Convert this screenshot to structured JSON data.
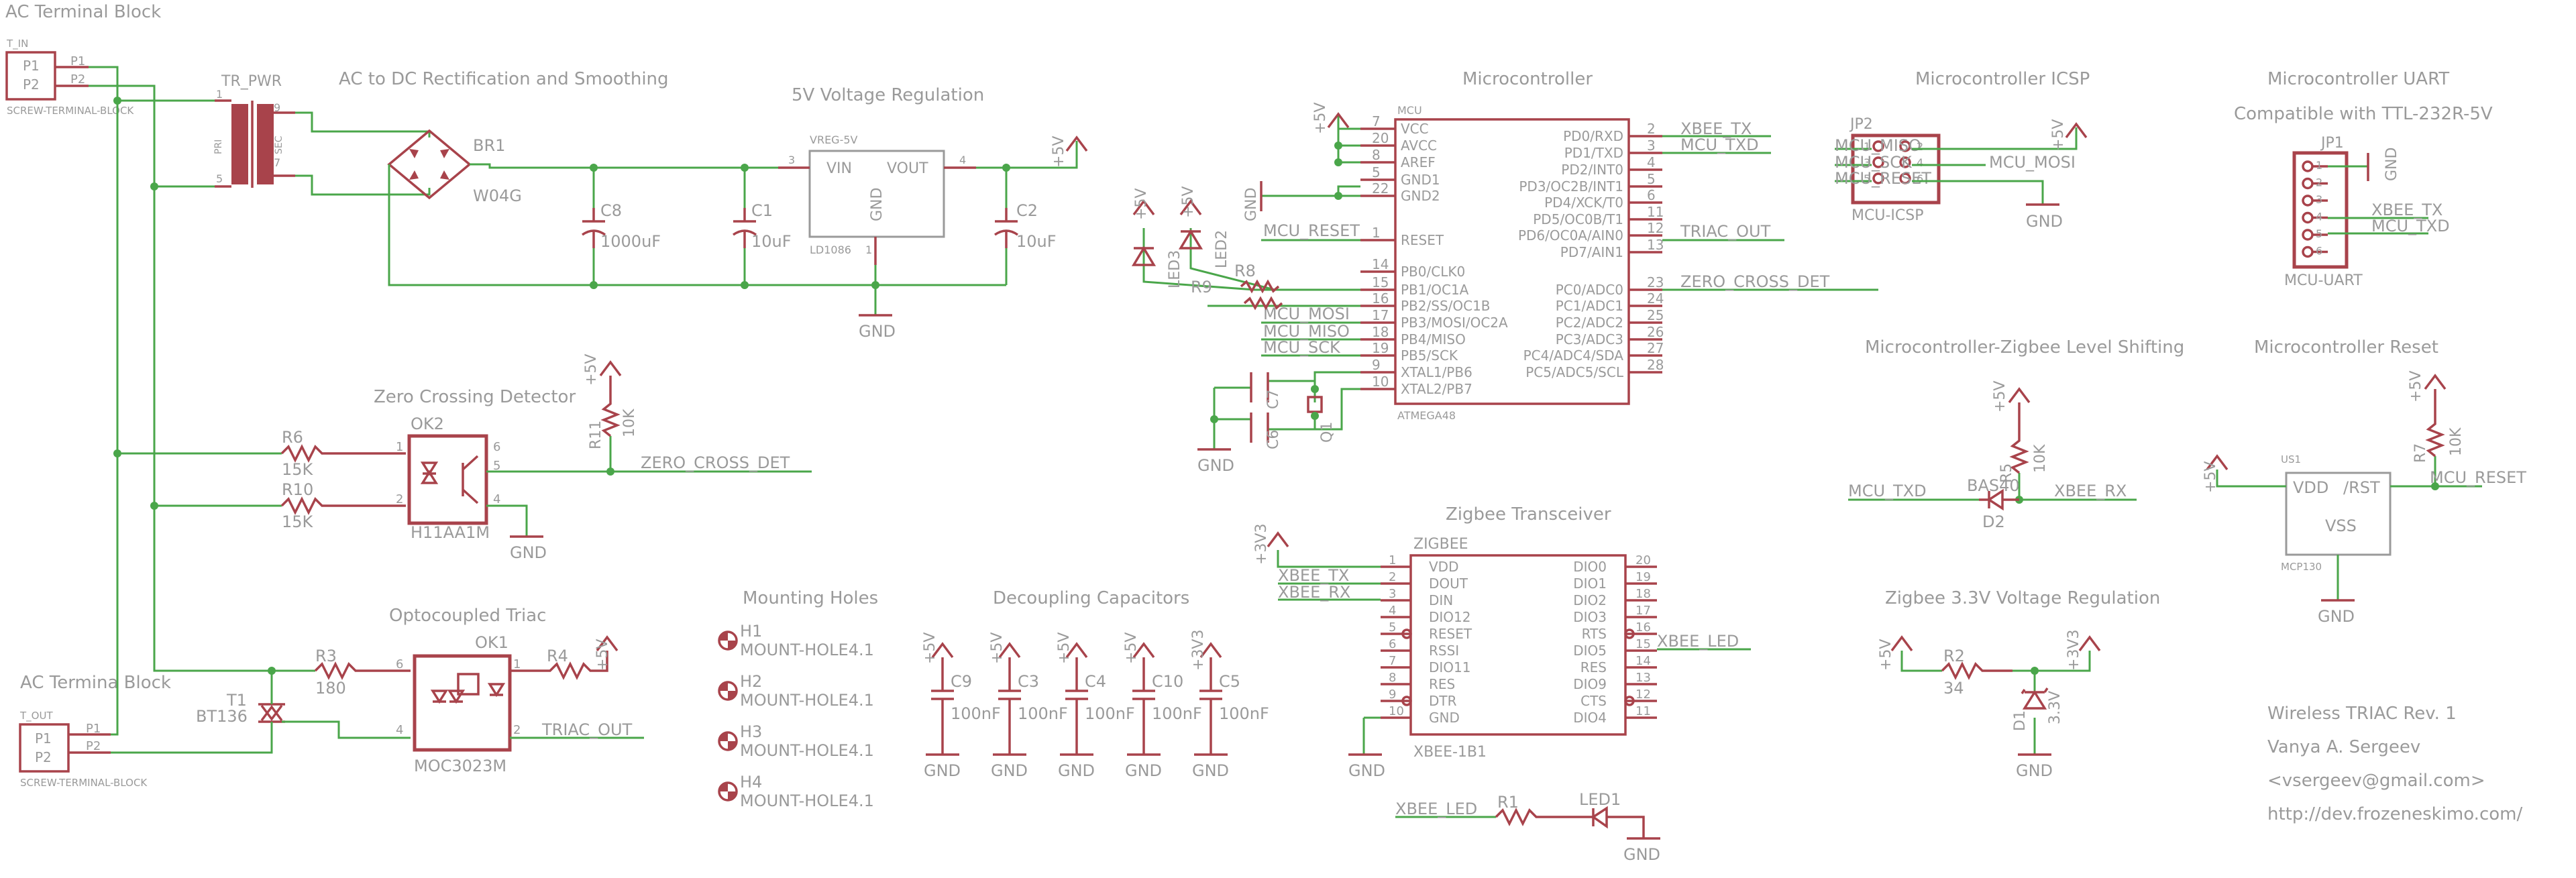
{
  "sections": {
    "ac_in": "AC Terminal Block",
    "ac_out": "AC Termina Block",
    "rect": "AC to DC Rectification and Smoothing",
    "vreg": "5V Voltage Regulation",
    "mcu": "Microcontroller",
    "icsp": "Microcontroller ICSP",
    "uart": "Microcontroller UART",
    "uart_sub": "Compatible with TTL-232R-5V",
    "zcd": "Zero Crossing Detector",
    "triac": "Optocoupled Triac",
    "holes": "Mounting Holes",
    "decoup": "Decoupling Capacitors",
    "zigbee": "Zigbee Transceiver",
    "shift": "Microcontroller-Zigbee Level Shifting",
    "reset": "Microcontroller Reset",
    "zreg": "Zigbee 3.3V Voltage Regulation"
  },
  "terminals": {
    "tin": {
      "ref": "T_IN",
      "value": "SCREW-TERMINAL-BLOCK",
      "p1": "P1",
      "p2": "P2",
      "w1": "P1",
      "w2": "P2"
    },
    "tout": {
      "ref": "T_OUT",
      "value": "SCREW-TERMINAL-BLOCK",
      "p1": "P1",
      "p2": "P2",
      "w1": "P1",
      "w2": "P2"
    }
  },
  "transformer": {
    "ref": "TR_PWR",
    "pri": "PRI",
    "sec": "SEC",
    "p1": "1",
    "p5": "5",
    "p9": "9",
    "p7": "7"
  },
  "bridge": {
    "ref": "BR1",
    "value": "W04G"
  },
  "caps": {
    "c8": {
      "ref": "C8",
      "value": "1000uF"
    },
    "c1": {
      "ref": "C1",
      "value": "10uF"
    },
    "c2": {
      "ref": "C2",
      "value": "10uF"
    },
    "c9": {
      "ref": "C9",
      "value": "100nF"
    },
    "c3": {
      "ref": "C3",
      "value": "100nF"
    },
    "c4": {
      "ref": "C4",
      "value": "100nF"
    },
    "c10": {
      "ref": "C10",
      "value": "100nF"
    },
    "c5": {
      "ref": "C5",
      "value": "100nF"
    },
    "c6": "C6",
    "c7": "C7"
  },
  "vreg": {
    "name": "VREG-5V",
    "vin": "VIN",
    "vout": "VOUT",
    "gnd": "GND",
    "part": "LD1086",
    "p3": "3",
    "p4": "4",
    "p1": "1"
  },
  "rails": {
    "v5": "+5V",
    "v33": "+3V3",
    "gnd": "GND"
  },
  "mcu": {
    "name": "MCU",
    "part": "ATMEGA48",
    "left": [
      {
        "pin": "7",
        "name": "VCC"
      },
      {
        "pin": "20",
        "name": "AVCC"
      },
      {
        "pin": "8",
        "name": "AREF"
      },
      {
        "pin": "5",
        "name": "GND1"
      },
      {
        "pin": "22",
        "name": "GND2"
      },
      {
        "pin": "1",
        "name": "RESET"
      },
      {
        "pin": "14",
        "name": "PB0/CLK0"
      },
      {
        "pin": "15",
        "name": "PB1/OC1A"
      },
      {
        "pin": "16",
        "name": "PB2/SS/OC1B"
      },
      {
        "pin": "17",
        "name": "PB3/MOSI/OC2A"
      },
      {
        "pin": "18",
        "name": "PB4/MISO"
      },
      {
        "pin": "19",
        "name": "PB5/SCK"
      },
      {
        "pin": "9",
        "name": "XTAL1/PB6"
      },
      {
        "pin": "10",
        "name": "XTAL2/PB7"
      }
    ],
    "right": [
      {
        "pin": "2",
        "name": "PD0/RXD"
      },
      {
        "pin": "3",
        "name": "PD1/TXD"
      },
      {
        "pin": "4",
        "name": "PD2/INT0"
      },
      {
        "pin": "5",
        "name": "PD3/OC2B/INT1"
      },
      {
        "pin": "6",
        "name": "PD4/XCK/T0"
      },
      {
        "pin": "11",
        "name": "PD5/OC0B/T1"
      },
      {
        "pin": "12",
        "name": "PD6/OC0A/AIN0"
      },
      {
        "pin": "13",
        "name": "PD7/AIN1"
      },
      {
        "pin": "23",
        "name": "PC0/ADC0"
      },
      {
        "pin": "24",
        "name": "PC1/ADC1"
      },
      {
        "pin": "25",
        "name": "PC2/ADC2"
      },
      {
        "pin": "26",
        "name": "PC3/ADC3"
      },
      {
        "pin": "27",
        "name": "PC4/ADC4/SDA"
      },
      {
        "pin": "28",
        "name": "PC5/ADC5/SCL"
      }
    ]
  },
  "nets": {
    "xbee_tx": "XBEE_TX",
    "xbee_rx": "XBEE_RX",
    "mcu_txd": "MCU_TXD",
    "mcu_reset": "MCU_RESET",
    "triac_out": "TRIAC_OUT",
    "zero_cross": "ZERO_CROSS_DET",
    "mcu_mosi": "MCU_MOSI",
    "mcu_miso": "MCU_MISO",
    "mcu_sck": "MCU_SCK",
    "xbee_led": "XBEE_LED"
  },
  "leds": {
    "led3": "LED3",
    "led2": "LED2",
    "led1": "LED1",
    "r8": "R8",
    "r9": "R9",
    "q1": "Q1"
  },
  "icsp": {
    "ref": "JP2",
    "value": "MCU-ICSP",
    "p1": "1",
    "p2": "2",
    "p3": "3",
    "p4": "4",
    "p5": "5",
    "p6": "6"
  },
  "uart": {
    "ref": "JP1",
    "value": "MCU-UART",
    "pins": [
      "1",
      "2",
      "3",
      "4",
      "5",
      "6"
    ]
  },
  "zcd": {
    "r6": {
      "ref": "R6",
      "value": "15K"
    },
    "r10": {
      "ref": "R10",
      "value": "15K"
    },
    "r11": {
      "ref": "R11",
      "value": "10K"
    },
    "opto": {
      "ref": "OK2",
      "value": "H11AA1M",
      "p1": "1",
      "p2": "2",
      "p6": "6",
      "p5": "5",
      "p4": "4"
    }
  },
  "triac": {
    "t1": {
      "ref": "T1",
      "value": "BT136"
    },
    "r3": {
      "ref": "R3",
      "value": "180"
    },
    "r4": "R4",
    "opto": {
      "ref": "OK1",
      "value": "MOC3023M",
      "p6": "6",
      "p4": "4",
      "p1": "1",
      "p2": "2"
    }
  },
  "holes": [
    {
      "ref": "H1",
      "value": "MOUNT-HOLE4.1"
    },
    {
      "ref": "H2",
      "value": "MOUNT-HOLE4.1"
    },
    {
      "ref": "H3",
      "value": "MOUNT-HOLE4.1"
    },
    {
      "ref": "H4",
      "value": "MOUNT-HOLE4.1"
    }
  ],
  "zigbee": {
    "name": "ZIGBEE",
    "part": "XBEE-1B1",
    "left": [
      {
        "pin": "1",
        "name": "VDD"
      },
      {
        "pin": "2",
        "name": "DOUT"
      },
      {
        "pin": "3",
        "name": "DIN"
      },
      {
        "pin": "4",
        "name": "DIO12"
      },
      {
        "pin": "5",
        "name": "RESET"
      },
      {
        "pin": "6",
        "name": "RSSI"
      },
      {
        "pin": "7",
        "name": "DIO11"
      },
      {
        "pin": "8",
        "name": "RES"
      },
      {
        "pin": "9",
        "name": "DTR"
      },
      {
        "pin": "10",
        "name": "GND"
      }
    ],
    "right": [
      {
        "pin": "20",
        "name": "DIO0"
      },
      {
        "pin": "19",
        "name": "DIO1"
      },
      {
        "pin": "18",
        "name": "DIO2"
      },
      {
        "pin": "17",
        "name": "DIO3"
      },
      {
        "pin": "16",
        "name": "RTS"
      },
      {
        "pin": "15",
        "name": "DIO5"
      },
      {
        "pin": "14",
        "name": "RES"
      },
      {
        "pin": "13",
        "name": "DIO9"
      },
      {
        "pin": "12",
        "name": "CTS"
      },
      {
        "pin": "11",
        "name": "DIO4"
      }
    ],
    "r1": "R1"
  },
  "shift": {
    "d2_name": "BAS40",
    "d2": "D2",
    "r5": {
      "ref": "R5",
      "value": "10K"
    }
  },
  "reset": {
    "name": "US1",
    "part": "MCP130",
    "vdd": "VDD",
    "rst": "/RST",
    "vss": "VSS",
    "r7": {
      "ref": "R7",
      "value": "10K"
    }
  },
  "zreg": {
    "r2": {
      "ref": "R2",
      "value": "34"
    },
    "d1": {
      "ref": "D1",
      "value": "3.3V"
    }
  },
  "titleblock": {
    "line1": "Wireless TRIAC Rev. 1",
    "line2": "Vanya A. Sergeev",
    "line3": "<vsergeev@gmail.com>",
    "line4": "http://dev.frozeneskimo.com/"
  }
}
